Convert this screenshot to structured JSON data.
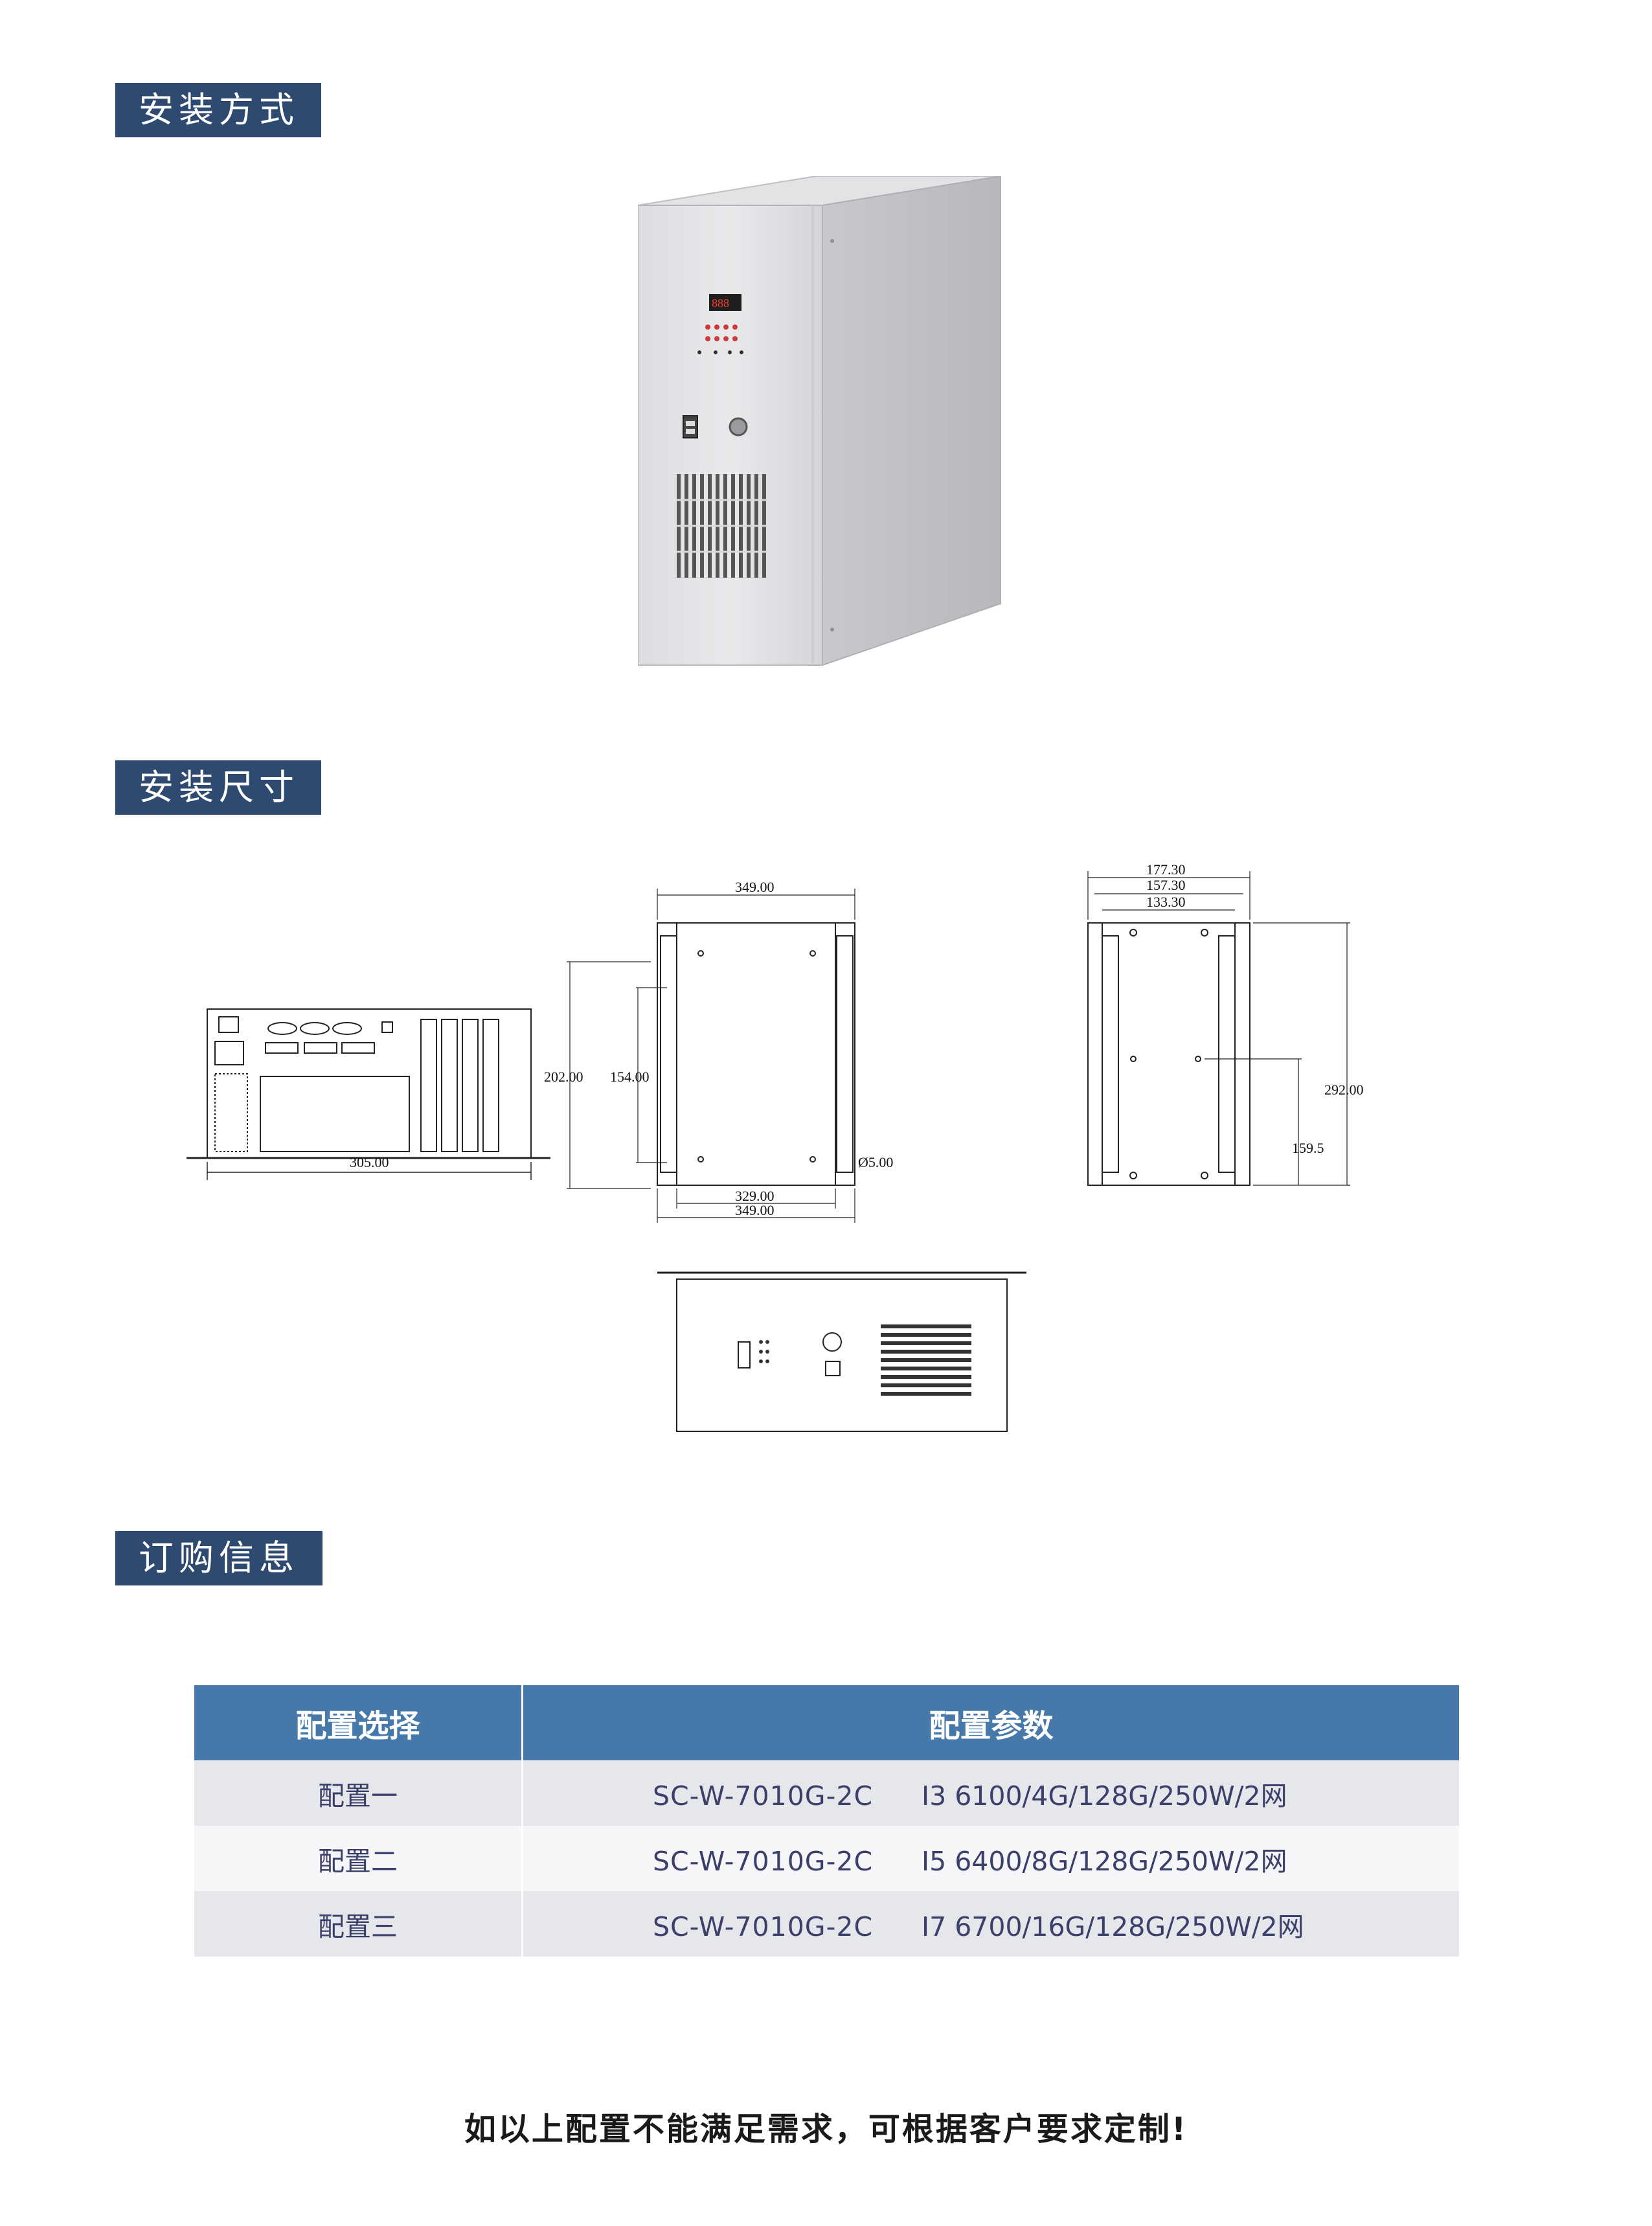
{
  "sections": {
    "install_method": "安装方式",
    "install_size": "安装尺寸",
    "order_info": "订购信息"
  },
  "dimensions": {
    "top_width": "349.00",
    "inner_width": "329.00",
    "bottom_width": "349.00",
    "height_outer": "202.00",
    "height_inner": "154.00",
    "hole": "Ø5.00",
    "front_width": "305.00",
    "side_177": "177.30",
    "side_157": "157.30",
    "side_133": "133.30",
    "side_height": "292.00",
    "side_mid": "159.5"
  },
  "table": {
    "headers": [
      "配置选择",
      "配置参数"
    ],
    "rows": [
      {
        "name": "配置一",
        "model": "SC-W-7010G-2C",
        "spec": "I3 6100/4G/128G/250W/2网"
      },
      {
        "name": "配置二",
        "model": "SC-W-7010G-2C",
        "spec": "I5 6400/8G/128G/250W/2网"
      },
      {
        "name": "配置三",
        "model": "SC-W-7010G-2C",
        "spec": "I7 6700/16G/128G/250W/2网"
      }
    ]
  },
  "footer": "如以上配置不能满足需求，可根据客户要求定制!",
  "colors": {
    "label_bg": "#2f4a70",
    "header_bg": "#4679a9",
    "row_odd": "#e6e7ea",
    "row_even": "#f6f6f8"
  }
}
